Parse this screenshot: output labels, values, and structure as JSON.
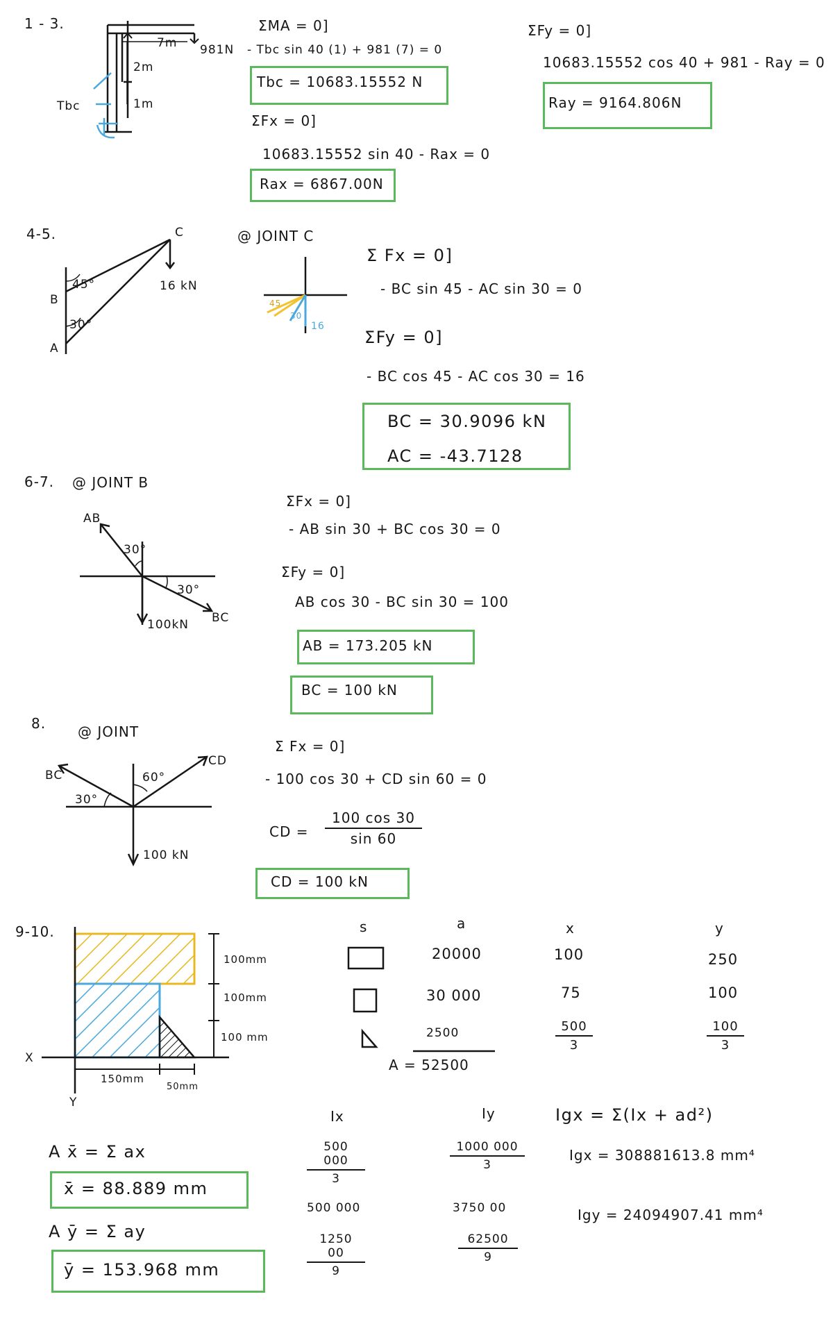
{
  "problem_1_3": {
    "number": "1 - 3.",
    "labels": {
      "dim_7m": "7m",
      "load_981": "981N",
      "dim_2m": "2m",
      "dim_1m": "1m",
      "tbc": "Tbc"
    },
    "moment_eq": "ΣMA = 0]",
    "moment_line": "- Tbc sin 40 (1) + 981 (7) = 0",
    "tbc_result": "Tbc = 10683.15552 N",
    "fx_eq": "ΣFx = 0]",
    "fx_line": "10683.15552 sin 40 - Rax = 0",
    "rax_result": "Rax = 6867.00N",
    "fy_eq": "ΣFy = 0]",
    "fy_line": "10683.15552 cos 40 + 981 - Ray = 0",
    "ray_result": "Ray = 9164.806N"
  },
  "problem_4_5": {
    "number": "4-5.",
    "labels": {
      "c": "C",
      "b": "B",
      "a": "A",
      "angle_45": "45°",
      "angle_30": "30°",
      "load": "16 kN",
      "fbd_45": "45",
      "fbd_30": "30",
      "fbd_16": "16"
    },
    "joint": "@ JOINT C",
    "fx_eq": "Σ Fx = 0]",
    "fx_line": "- BC sin 45 - AC sin 30 = 0",
    "fy_eq": "ΣFy = 0]",
    "fy_line": "- BC cos 45 - AC cos 30 = 16",
    "bc_result": "BC = 30.9096 kN",
    "ac_result": "AC = -43.7128"
  },
  "problem_6_7": {
    "number": "6-7.",
    "joint": "@ JOINT B",
    "labels": {
      "ab": "AB",
      "bc": "BC",
      "angle_30a": "30°",
      "angle_30b": "30°",
      "load": "100kN"
    },
    "fx_eq": "ΣFx = 0]",
    "fx_line": "- AB sin 30 + BC cos 30 = 0",
    "fy_eq": "ΣFy = 0]",
    "fy_line": "AB cos 30 - BC sin 30 = 100",
    "ab_result": "AB = 173.205 kN",
    "bc_result": "BC = 100 kN"
  },
  "problem_8": {
    "number": "8.",
    "joint": "@ JOINT",
    "labels": {
      "bc": "BC",
      "cd": "CD",
      "angle_30": "30°",
      "angle_60": "60°",
      "load": "100 kN"
    },
    "fx_eq": "Σ Fx = 0]",
    "fx_line": "- 100 cos 30 + CD sin 60 = 0",
    "cd_lhs": "CD =",
    "cd_num": "100 cos 30",
    "cd_den": "sin 60",
    "cd_result": "CD = 100 kN"
  },
  "problem_9_10": {
    "number": "9-10.",
    "labels": {
      "dim_100a": "100mm",
      "dim_100b": "100mm",
      "dim_100c": "100 mm",
      "dim_150": "150mm",
      "dim_50": "50mm",
      "axis_x": "X",
      "axis_y": "Y"
    },
    "table_headers": {
      "s": "s",
      "a": "a",
      "x": "x",
      "y": "y"
    },
    "rows": [
      {
        "a": "20000",
        "x": "100",
        "y": "250"
      },
      {
        "a": "30 000",
        "x": "75",
        "y": "100"
      },
      {
        "a": "2500",
        "x_num": "500",
        "x_den": "3",
        "y_num": "100",
        "y_den": "3"
      }
    ],
    "area_total": "A = 52500",
    "inertia_headers": {
      "ix": "Ix",
      "iy": "Iy"
    },
    "inertia_rows": [
      {
        "ix_num": "500 000",
        "ix_den": "3",
        "iy_num": "1000 000",
        "iy_den": "3"
      },
      {
        "ix": "500 000",
        "iy": "3750 00"
      },
      {
        "ix_num": "1250 00",
        "ix_den": "9",
        "iy_num": "62500",
        "iy_den": "9"
      }
    ],
    "igx_formula": "Igx = Σ(Ix + ad²)",
    "igx_result": "Igx = 308881613.8 mm⁴",
    "igy_result": "Igy = 24094907.41 mm⁴",
    "ax_formula": "A x̄ = Σ ax",
    "xbar_result": "x̄ = 88.889 mm",
    "ay_formula": "A ȳ = Σ ay",
    "ybar_result": "ȳ = 153.968 mm"
  },
  "colors": {
    "box_green": "#5cb85c",
    "blue": "#4aa8dc",
    "yellow": "#f2c230",
    "ink": "#161616"
  }
}
